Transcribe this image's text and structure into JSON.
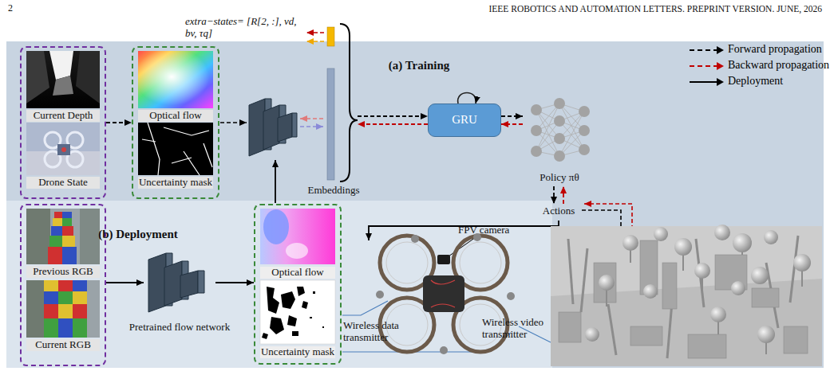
{
  "diagram": {
    "nodes": [
      {
        "text": [
          "(a) Training"
        ]
      },
      {
        "text": [
          "(b) Deployment"
        ]
      },
      {
        "text": [
          "Current Depth",
          "Drone State"
        ],
        "in": 0
      },
      {
        "text": [
          "Optical flow",
          "Uncertainty mask"
        ],
        "in": 0
      },
      {
        "text": [
          "Embeddings"
        ],
        "in": 0
      },
      {
        "text": [
          "GRU"
        ],
        "in": 0
      },
      {
        "text": [
          "Policy πθ"
        ],
        "in": 0
      },
      {
        "text": [
          "Actions"
        ],
        "in": 0
      },
      {
        "text": [
          "Previous RGB",
          "Current RGB"
        ],
        "in": 1
      },
      {
        "text": [
          "Pretrained flow network"
        ],
        "in": 1
      },
      {
        "text": [
          "Optical flow",
          "Uncertainty mask"
        ],
        "in": 1
      }
    ],
    "edges": [
      {
        "from": 2,
        "to": 3,
        "arrow": "to"
      },
      {
        "from": 4,
        "to": 5,
        "arrow": "to"
      },
      {
        "from": 5,
        "to": 4,
        "arrow": "to"
      },
      {
        "from": 5,
        "to": 6,
        "arrow": "to"
      },
      {
        "from": 6,
        "to": 5,
        "arrow": "to"
      },
      {
        "from": 6,
        "to": 7,
        "arrow": "to"
      },
      {
        "from": 7,
        "to": 6,
        "arrow": "to"
      },
      {
        "from": 8,
        "to": 9,
        "arrow": "to"
      },
      {
        "from": 9,
        "to": 10,
        "arrow": "to"
      }
    ],
    "labels": [
      "2",
      "IEEE ROBOTICS AND AUTOMATION LETTERS. PREPRINT VERSION. JUNE, 2026",
      "extra−states= [R[2, :], vd, bv, τq]",
      "FPV camera",
      "Wireless data transmitter",
      "Wireless video transmitter"
    ],
    "legend": [
      {
        "text": "Forward propagation"
      },
      {
        "text": "Backward propagation"
      },
      {
        "text": "Deployment"
      }
    ]
  }
}
